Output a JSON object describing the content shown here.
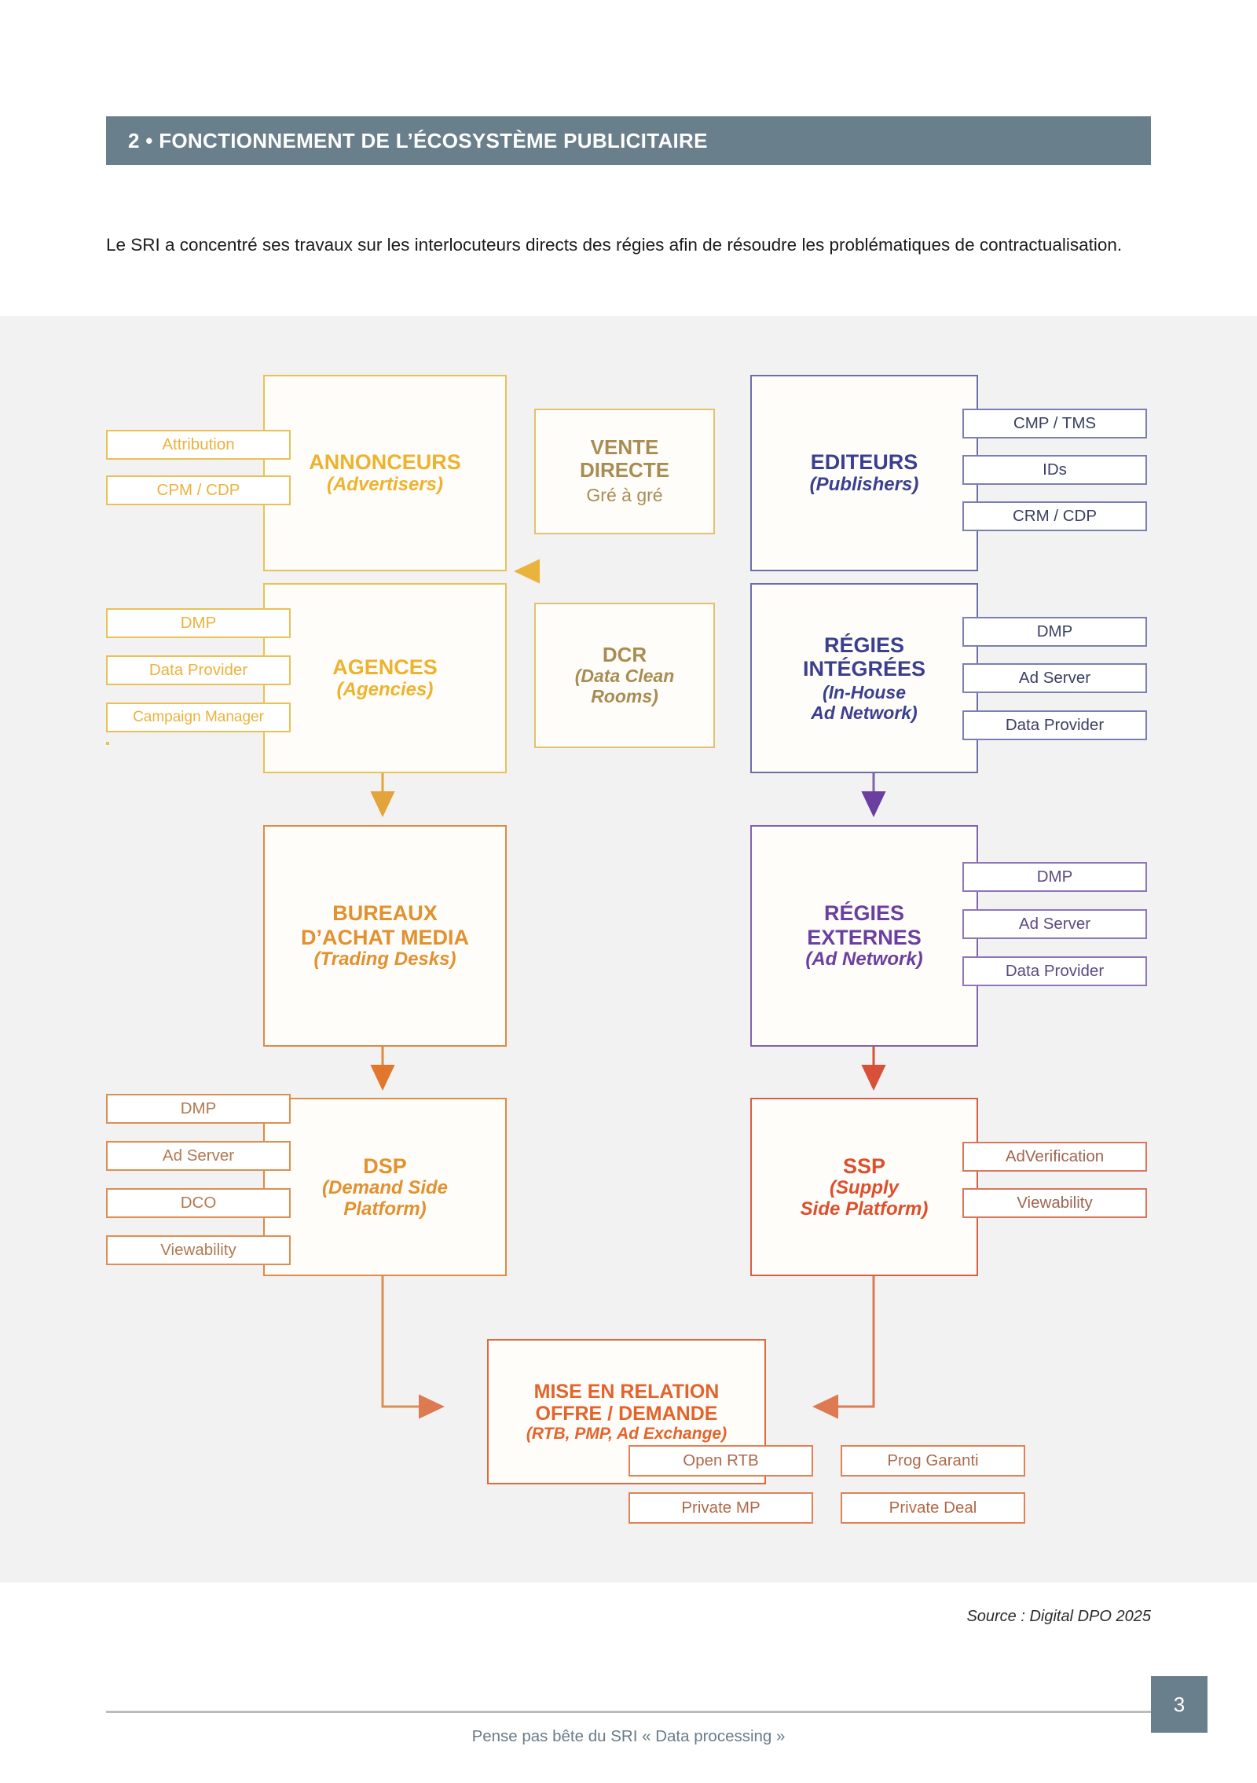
{
  "header": {
    "band_title": "2 • FONCTIONNEMENT DE L’ÉCOSYSTÈME PUBLICITAIRE"
  },
  "intro": {
    "text": "Le SRI a concentré ses travaux sur les interlocuteurs directs des régies afin de résoudre les problématiques de contractualisation."
  },
  "diagram": {
    "nodes": {
      "annonceurs": {
        "title": "ANNONCEURS",
        "subtitle": "(Advertisers)"
      },
      "vente": {
        "title_line1": "VENTE",
        "title_line2": "DIRECTE",
        "subtitle": "Gré à gré"
      },
      "editeurs": {
        "title": "EDITEURS",
        "subtitle": "(Publishers)"
      },
      "agences": {
        "title": "AGENCES",
        "subtitle": "(Agencies)"
      },
      "dcr": {
        "title": "DCR",
        "subtitle_line1": "(Data Clean",
        "subtitle_line2": "Rooms)"
      },
      "regies_int": {
        "title_line1": "RÉGIES",
        "title_line2": "INTÉGRÉES",
        "subtitle_line1": "(In-House",
        "subtitle_line2": "Ad Network)"
      },
      "bureaux": {
        "title_line1": "BUREAUX",
        "title_line2": "D’ACHAT MEDIA",
        "subtitle": "(Trading Desks)"
      },
      "regies_ext": {
        "title_line1": "RÉGIES",
        "title_line2": "EXTERNES",
        "subtitle": "(Ad Network)"
      },
      "dsp": {
        "title": "DSP",
        "subtitle_line1": "(Demand Side",
        "subtitle_line2": "Platform)"
      },
      "ssp": {
        "title": "SSP",
        "subtitle_line1": "(Supply",
        "subtitle_line2": "Side Platform)"
      },
      "mise": {
        "title_line1": "MISE EN RELATION",
        "title_line2": "OFFRE / DEMANDE",
        "subtitle": "(RTB, PMP, Ad Exchange)"
      }
    },
    "chips": {
      "annonceurs": [
        "Attribution",
        "CPM / CDP"
      ],
      "editeurs": [
        "CMP / TMS",
        "IDs",
        "CRM / CDP"
      ],
      "agences": [
        "DMP",
        "Data Provider",
        "Campaign Manager"
      ],
      "regies_int": [
        "DMP",
        "Ad Server",
        "Data Provider"
      ],
      "regies_ext": [
        "DMP",
        "Ad Server",
        "Data Provider"
      ],
      "dsp": [
        "DMP",
        "Ad Server",
        "DCO",
        "Viewability"
      ],
      "ssp": [
        "AdVerification",
        "Viewability"
      ],
      "mise": [
        "Open RTB",
        "Prog Garanti",
        "Private MP",
        "Private Deal"
      ]
    },
    "colors": {
      "yellow": "#eab33c",
      "gold": "#a98c52",
      "blue": "#3b3f8f",
      "purple": "#6b3fa0",
      "orange": "#e2912f",
      "red": "#dd4f2c",
      "band": "#6a7f8c",
      "canvas": "#f2f2f2"
    }
  },
  "source": {
    "text": "Source : Digital DPO 2025"
  },
  "footer": {
    "text": "Pense pas bête du SRI « Data processing »",
    "page_number": "3"
  }
}
